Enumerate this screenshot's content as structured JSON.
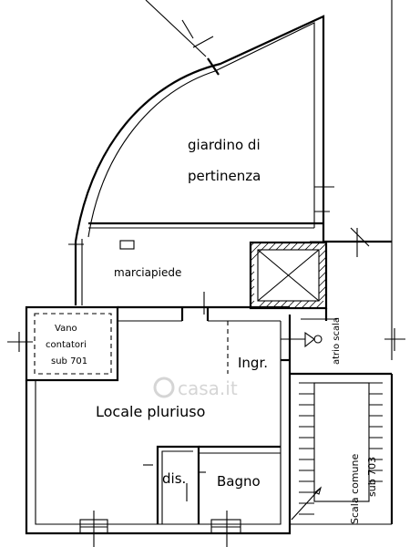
{
  "rooms": {
    "garden_line1": "giardino di",
    "garden_line2": "pertinenza",
    "sidewalk": "marciapiede",
    "meter_line1": "Vano",
    "meter_line2": "contatori",
    "meter_line3": "sub 701",
    "entrance": "Ingr.",
    "main_room": "Locale pluriuso",
    "closet": "dis.",
    "bathroom": "Bagno",
    "stair_hall": "atrio scala",
    "stairs_line1": "Scala comune",
    "stairs_line2": "sub 703"
  },
  "watermark": {
    "text": "casa.it"
  }
}
